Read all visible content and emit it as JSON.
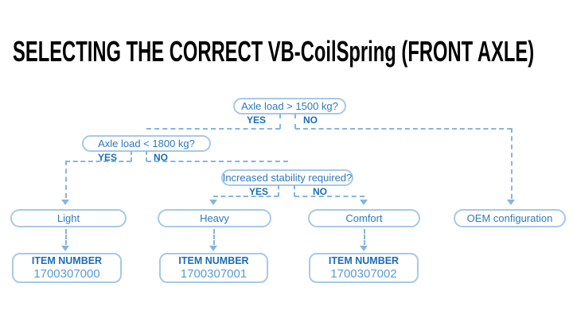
{
  "title": "SELECTING THE CORRECT VB-CoilSpring (FRONT AXLE)",
  "colors": {
    "accent_dark": "#1a6db6",
    "accent_mid": "#2e79bd",
    "accent_light": "#5b9bd5",
    "border": "#a6c9e8",
    "line": "#85b5e0",
    "title": "#000000",
    "background": "#ffffff"
  },
  "flowchart": {
    "decisions": [
      {
        "question": "Axle load > 1500 kg?",
        "yes_label": "YES",
        "no_label": "NO"
      },
      {
        "question": "Axle load < 1800 kg?",
        "yes_label": "YES",
        "no_label": "NO"
      },
      {
        "question": "Increased stability required?",
        "yes_label": "YES",
        "no_label": "NO"
      }
    ],
    "outcomes": [
      {
        "label": "Light",
        "item_number_label": "ITEM NUMBER",
        "item_number": "1700307000"
      },
      {
        "label": "Heavy",
        "item_number_label": "ITEM NUMBER",
        "item_number": "1700307001"
      },
      {
        "label": "Comfort",
        "item_number_label": "ITEM NUMBER",
        "item_number": "1700307002"
      },
      {
        "label": "OEM configuration"
      }
    ]
  }
}
